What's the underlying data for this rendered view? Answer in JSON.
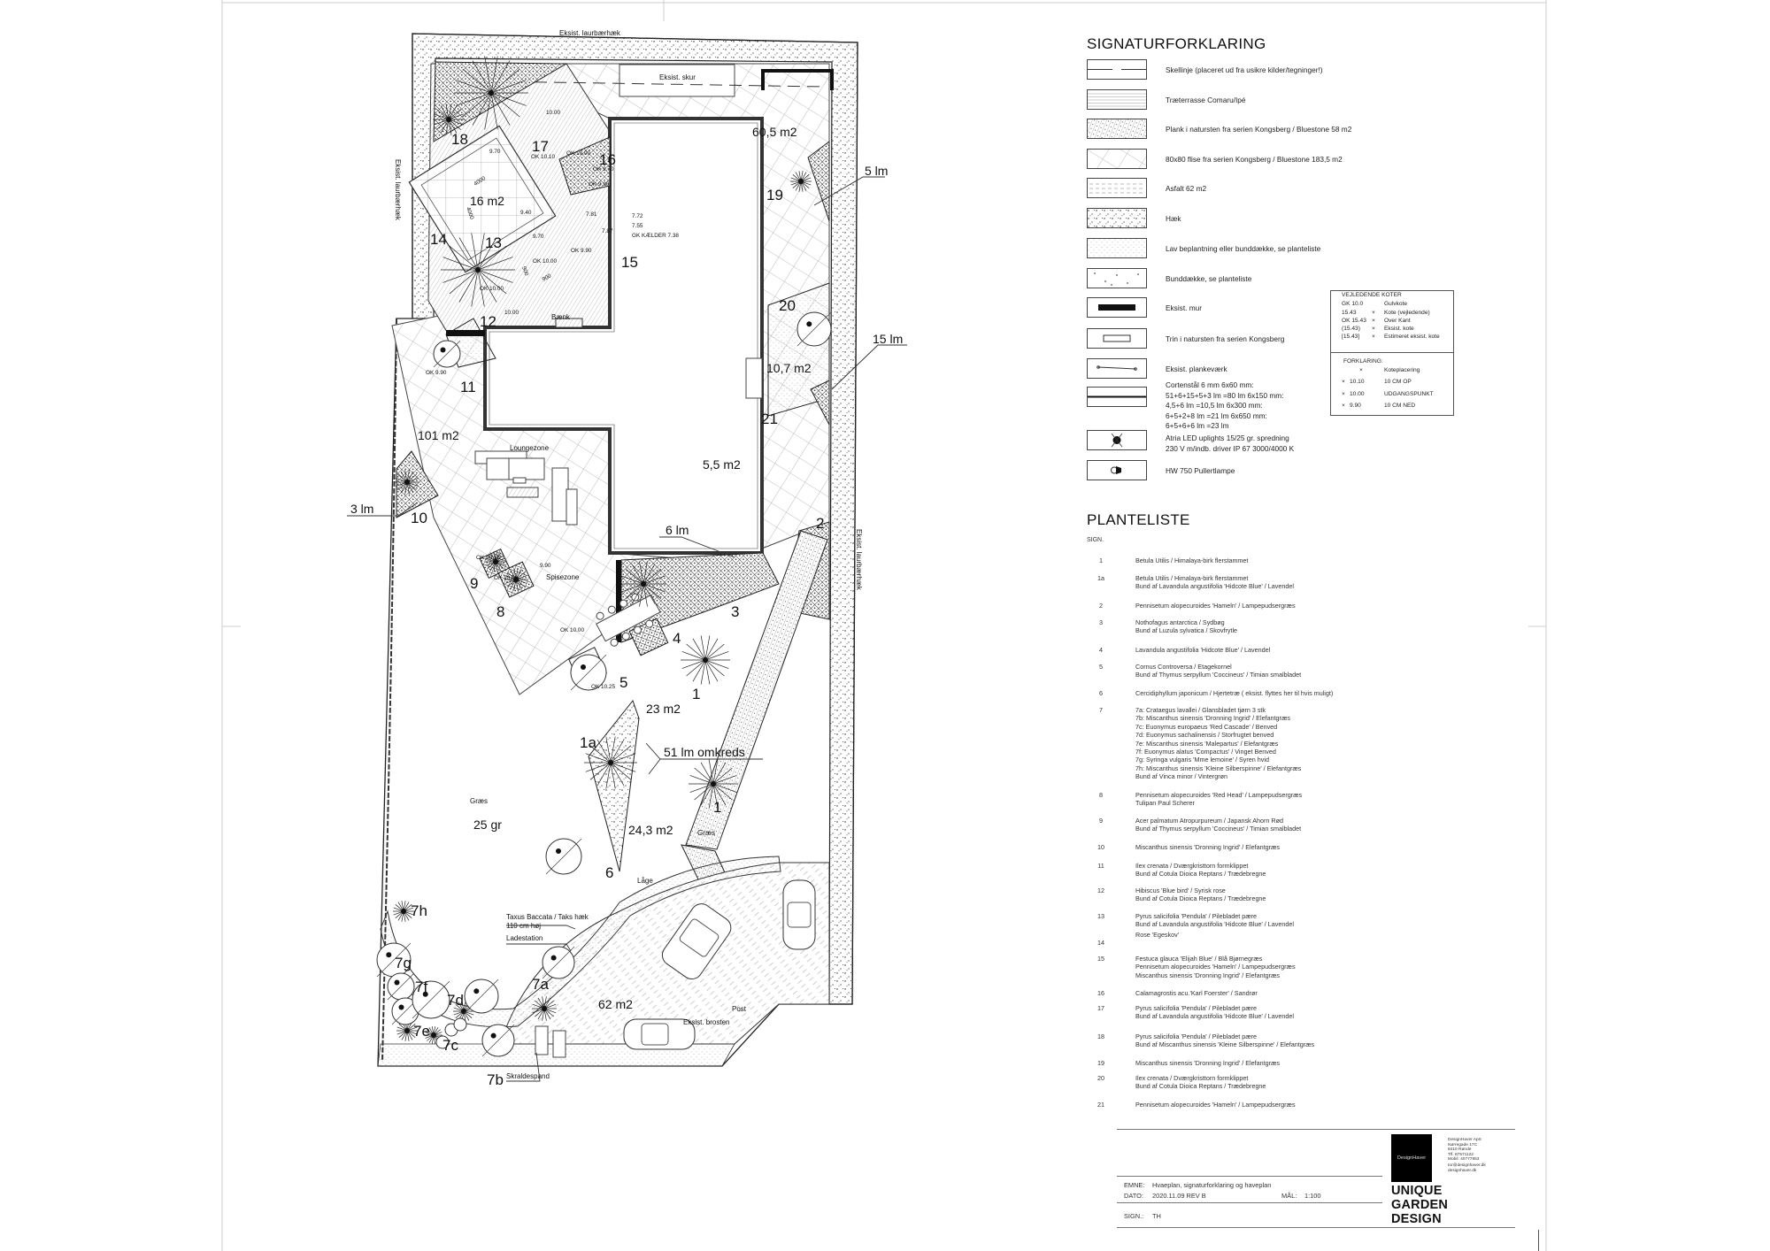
{
  "legend": {
    "title": "SIGNATURFORKLARING",
    "items": [
      {
        "symbol": "property-line",
        "label": "Skellinje (placeret ud fra usikre kilder/tegninger!)"
      },
      {
        "symbol": "wood-deck",
        "label": "Træterrasse Comaru/Ipé"
      },
      {
        "symbol": "stone-plank",
        "label": "Plank i natursten fra serien Kongsberg / Bluestone 58 m2"
      },
      {
        "symbol": "tile-80x80",
        "label": "80x80 flise fra serien Kongsberg / Bluestone 183,5 m2"
      },
      {
        "symbol": "asphalt",
        "label": "Asfalt 62 m2"
      },
      {
        "symbol": "hedge",
        "label": "Hæk"
      },
      {
        "symbol": "low-planting",
        "label": "Lav beplantning eller bunddække, se planteliste"
      },
      {
        "symbol": "groundcover",
        "label": "Bunddække, se planteliste"
      },
      {
        "symbol": "wall",
        "label": "Eksist. mur"
      },
      {
        "symbol": "step",
        "label": "Trin i natursten fra serien Kongsberg"
      },
      {
        "symbol": "fence",
        "label": "Eksist. plankeværk"
      }
    ],
    "corten_lines": [
      "Cortenstål 6 mm 6x60 mm:",
      "51+6+15+5+3 lm =80 lm 6x150 mm:",
      "4,5+6 lm =10,5 lm 6x300 mm:",
      "6+5+2+8 lm =21 lm 6x650 mm:",
      "6+5+6+6 lm =23 lm"
    ],
    "atria_lines": [
      "Atria LED uplights 15/25 gr. spredning",
      "230 V m/indb. driver IP 67 3000/4000 K"
    ],
    "bollard": "HW 750 Pullertlampe"
  },
  "koter": {
    "title": "VEJLEDENDE KOTER",
    "gk": "GK 10.0",
    "gk_label": "Gulvkote",
    "rows": [
      {
        "value": "15.43",
        "label": "Kote (vejledende)"
      },
      {
        "value": "OK 15.43",
        "label": "Over Kant"
      },
      {
        "value": "(15.43)",
        "label": "Eksist. kote"
      },
      {
        "value": "[15.43]",
        "label": "Estimeret eksist. kote"
      }
    ],
    "forklaring_title": "FORKLARING:",
    "placement_label": "Koteplacering",
    "explain": [
      {
        "value": "10.10",
        "label": "10 CM OP"
      },
      {
        "value": "10.00",
        "label": "UDGANGSPUNKT"
      },
      {
        "value": "9.90",
        "label": "10 CM NED"
      }
    ],
    "mark": "×"
  },
  "planteliste": {
    "title": "PLANTELISTE",
    "sign_header": "SIGN.",
    "entries": [
      {
        "sign": "1",
        "lines": [
          "Betula Utilis / Himalaya-birk flerstammet"
        ]
      },
      {
        "sign": "1a",
        "lines": [
          "Betula Utilis / Himalaya-birk flerstammet",
          "Bund af Lavandula angustifolia 'Hidcote Blue' / Lavendel"
        ]
      },
      {
        "sign": "2",
        "lines": [
          "Pennisetum alopecuroides 'Hameln' / Lampepudsergræs"
        ]
      },
      {
        "sign": "3",
        "lines": [
          "Nothofagus antarctica / Sydbøg",
          "Bund af Luzula sylvatica / Skovfrytle"
        ]
      },
      {
        "sign": "4",
        "lines": [
          "Lavandula angustifolia 'Hidcote Blue' / Lavendel"
        ]
      },
      {
        "sign": "5",
        "lines": [
          "Cornus Controversa / Etagekornel",
          "Bund af Thymus serpyllum 'Coccineus' / Timian smalbladet"
        ]
      },
      {
        "sign": "6",
        "lines": [
          "Cercidiphyllum japonicum / Hjertetræ ( eksist. flyttes her til hvis muligt)"
        ]
      },
      {
        "sign": "7",
        "lines": [
          "7a: Crataegus lavallei / Glansbladet tjørn 3 stk",
          "7b: Miscanthus sinensis 'Dronning Ingrid' / Elefantgræs",
          "7c: Euonymus europaeus 'Red Cascade' / Benved",
          "7d: Euonymus sachalinensis / Storfrugtet benved",
          "7e: Miscanthus sinensis 'Malepartus' / Elefantgræs",
          "7f: Euonymus alatus 'Compactus' / Vinget Benved",
          "7g: Syringa vulgaris 'Mme lemoine' / Syren hvid",
          "7h: Miscanthus sinensis 'Kleine Silberspinne' / Elefantgræs",
          "Bund af Vinca minor / Vintergrøn"
        ]
      },
      {
        "sign": "8",
        "lines": [
          "Pennisetum alopecuroides 'Red Head' / Lampepudsergræs",
          "Tulipan Paul Scherer"
        ]
      },
      {
        "sign": "9",
        "lines": [
          "Acer palmatum Atropurpureum / Japansk Ahorn Rød",
          "Bund af Thymus serpyllum 'Coccineus' / Timian smalbladet"
        ]
      },
      {
        "sign": "10",
        "lines": [
          "Miscanthus sinensis 'Dronning Ingrid' / Elefantgræs"
        ]
      },
      {
        "sign": "11",
        "lines": [
          "Ilex crenata / Dværgkristtorn formklippet",
          "Bund af Cotula Dioica Reptans / Trædebregne"
        ]
      },
      {
        "sign": "12",
        "lines": [
          "Hibiscus 'Blue bird' / Syrisk rose",
          "Bund af Cotula Dioica Reptans / Trædebregne"
        ]
      },
      {
        "sign": "13",
        "lines": [
          "Pyrus salicifolia 'Pendula' / Pilebladet pære",
          "Bund af Lavandula angustifolia 'Hidcote Blue' / Lavendel"
        ]
      },
      {
        "sign": "14",
        "lines": [
          "Rose 'Egeskov'"
        ]
      },
      {
        "sign": "15",
        "lines": [
          "Festuca glauca 'Elijah Blue' / Blå Bjørnegræs",
          "Pennisetum alopecuroides 'Hameln' / Lampepudsergræs",
          "Miscanthus sinensis 'Dronning Ingrid' / Elefantgræs"
        ]
      },
      {
        "sign": "16",
        "lines": [
          "Calamagrostis acu.'Karl Foerster' / Sandrør"
        ]
      },
      {
        "sign": "17",
        "lines": [
          "Pyrus salicifolia 'Pendula' / Pilebladet pære",
          "Bund af Lavandula angustifolia 'Hidcote Blue' / Lavendel"
        ]
      },
      {
        "sign": "18",
        "lines": [
          "Pyrus salicifolia 'Pendula' / Pilebladet pære",
          "Bund af Miscanthus sinensis 'Kleine Silberspinne' / Elefantgræs"
        ]
      },
      {
        "sign": "19",
        "lines": [
          "Miscanthus sinensis 'Dronning Ingrid' / Elefantgræs"
        ]
      },
      {
        "sign": "20",
        "lines": [
          "Ilex crenata / Dværgkristtorn formklippet",
          "Bund af Cotula Dioica Reptans / Trædebregne"
        ]
      },
      {
        "sign": "21",
        "lines": [
          "Pennisetum alopecuroides 'Hameln' / Lampepudsergræs"
        ]
      }
    ]
  },
  "title_block": {
    "emne_label": "EMNE:",
    "emne": "Hvaeplan, signaturforklaring og haveplan",
    "dato_label": "DATO:",
    "dato": "2020.11.09 REV B",
    "maal_label": "MÅL:",
    "maal": "1:100",
    "sign_label": "SIGN.:",
    "sign": "TH",
    "logo_text": "DesignHaver",
    "brand_lines": [
      "UNIQUE",
      "GARDEN",
      "DESIGN"
    ],
    "address_lines": [
      "DesignHaver ApS",
      "Nørregade 17C",
      "8410 Rønde",
      "Tlf. 87571122",
      "Mobil: 40777853",
      "tor@designhaver.dk",
      "designhaver.dk"
    ]
  },
  "plan": {
    "hedge_top": "Eksist. laurbærhæk",
    "hedge_left": "Eksist. laurbærhæk",
    "hedge_right": "Eksist. laurbærhæk",
    "shed": "Eksist. skur",
    "bench": "Bænk",
    "cellar": "GK KÆLDER 7.38",
    "lounge": "Loungezone",
    "dining": "Spisezone",
    "lawn1": "Græs",
    "lawn1_amount": "25 gr",
    "lawn2": "Græs",
    "gate": "Låge",
    "taxus1": "Taxus Baccata / Taks hæk",
    "taxus2": "110 cm høj",
    "charger": "Ladestation",
    "bins": "Skraldespand",
    "post": "Post",
    "cobble": "Eksist. brosten",
    "areas": {
      "a16": "16 m2",
      "a605": "60,5 m2",
      "a107": "10,7 m2",
      "a55": "5,5 m2",
      "a101": "101 m2",
      "a23": "23 m2",
      "a243": "24,3 m2",
      "a62": "62 m2"
    },
    "lengths": {
      "l5": "5 lm",
      "l15": "15 lm",
      "l3": "3 lm",
      "l6": "6 lm",
      "l51": "51 lm omkreds"
    },
    "dims": {
      "d4000a": "4000",
      "d4000b": "4000",
      "d900a": "900",
      "d900b": "900"
    },
    "levels": {
      "k1": "10.00",
      "k2": "9.70",
      "k3": "OK 10.10",
      "k4": "OK 10.00",
      "k5": "OK 9.70",
      "k6": "OK 9.90",
      "k7": "9.40",
      "k8": "9.70",
      "k9": "OK 9.90",
      "k10": "OK 10.00",
      "k11": "OK 10.00",
      "k12": "10.00",
      "k13": "OK 9.90",
      "k14": "OK 10.15",
      "k15": "OK 10.00",
      "k16": "9.90",
      "k17": "OK 10.00",
      "k18": "OK 10.25",
      "k19": "7.72",
      "k20": "7.55",
      "k21": "7.87",
      "k22": "7.81"
    },
    "signs": {
      "s1a": "1",
      "s1b": "1",
      "s1c": "1a",
      "s2": "2",
      "s3": "3",
      "s4": "4",
      "s5": "5",
      "s6": "6",
      "s7a": "7a",
      "s7b": "7b",
      "s7c": "7c",
      "s7d": "7d",
      "s7e": "7e",
      "s7f": "7f",
      "s7g": "7g",
      "s7h": "7h",
      "s8": "8",
      "s9": "9",
      "s10": "10",
      "s11": "11",
      "s12": "12",
      "s13": "13",
      "s14": "14",
      "s15": "15",
      "s16": "16",
      "s17": "17",
      "s18": "18",
      "s19": "19",
      "s20": "20",
      "s21": "21"
    }
  }
}
